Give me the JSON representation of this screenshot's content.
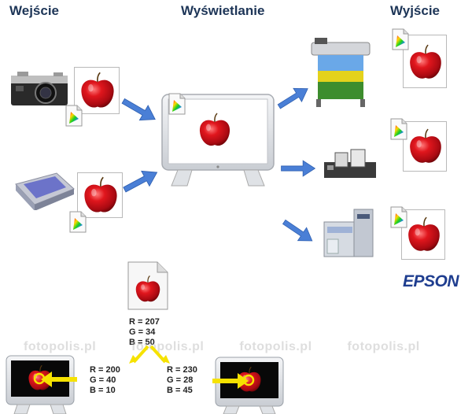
{
  "headings": {
    "input": "Wejście",
    "display": "Wyświetlanie",
    "output": "Wyjście"
  },
  "brand": {
    "label": "EPSON"
  },
  "source_values": {
    "r": "R = 207",
    "g": "G = 34",
    "b": "B = 50"
  },
  "left_monitor_values": {
    "r": "R = 200",
    "g": "G = 40",
    "b": "B = 10"
  },
  "right_monitor_values": {
    "r": "R = 230",
    "g": "G = 28",
    "b": "B = 45"
  },
  "watermark": {
    "text": "fotopolis.pl"
  },
  "colors": {
    "heading": "#1d3557",
    "arrow": "#4a7fd6",
    "yellow": "#f6e200",
    "epson": "#1e3d8f"
  }
}
